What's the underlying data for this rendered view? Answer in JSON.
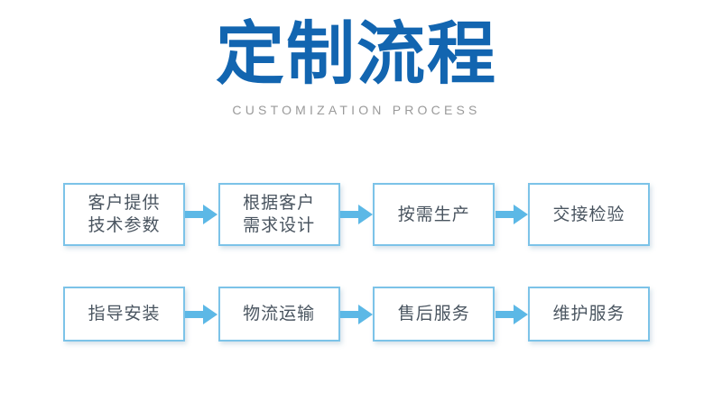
{
  "header": {
    "title": "定制流程",
    "subtitle": "CUSTOMIZATION PROCESS",
    "title_color": "#1265b0",
    "subtitle_color": "#9a9a9a"
  },
  "colors": {
    "background": "#ffffff",
    "box_border": "#7cc3e8",
    "box_fill": "#ffffff",
    "box_text": "#4a5560",
    "arrow": "#5cb8e6"
  },
  "flow": {
    "arrow_icon": "arrow-right-icon",
    "rows": [
      {
        "steps": [
          {
            "label": "客户提供\n技术参数"
          },
          {
            "label": "根据客户\n需求设计"
          },
          {
            "label": "按需生产"
          },
          {
            "label": "交接检验"
          }
        ]
      },
      {
        "steps": [
          {
            "label": "指导安装"
          },
          {
            "label": "物流运输"
          },
          {
            "label": "售后服务"
          },
          {
            "label": "维护服务"
          }
        ]
      }
    ]
  }
}
